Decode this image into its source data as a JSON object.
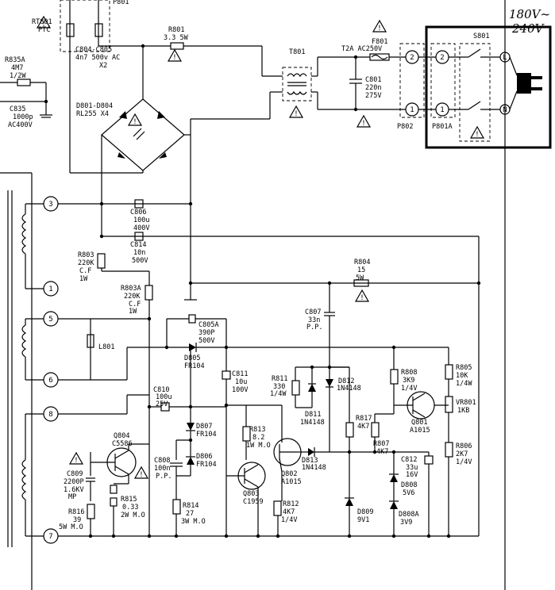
{
  "mains_voltage": [
    "180V~",
    "240V"
  ],
  "ac_terminals": [
    "L",
    "N"
  ],
  "switch": "S801",
  "connectors": {
    "p802": "P802",
    "p801a": "P801A",
    "pin2": "2",
    "pin1": "1"
  },
  "fuse": [
    "F801",
    "T2A  AC250V"
  ],
  "ptc": [
    "RT801",
    "PTC"
  ],
  "ptc_partial": "P801",
  "r801": [
    "R801",
    "3.3  5W"
  ],
  "t801": "T801",
  "c801": [
    "C801",
    "220n",
    "275V"
  ],
  "c804": [
    "C804-C805",
    "4n7 500v AC",
    "X2"
  ],
  "d801": [
    "D801-D804",
    "RL255 X4"
  ],
  "r835a": [
    "R835A",
    "4M7",
    "1/2W"
  ],
  "c835": [
    "C835",
    "1000p",
    "AC400V"
  ],
  "c806": [
    "C806",
    "100u",
    "400V"
  ],
  "c814": [
    "C814",
    "10n",
    "500V"
  ],
  "r803": [
    "R803",
    "220K",
    "C.F",
    "1W"
  ],
  "r803a": [
    "R803A",
    "220K",
    "C.F",
    "1W"
  ],
  "r804": [
    "R804",
    "15",
    "5W"
  ],
  "c807": [
    "C807",
    "33n",
    "P.P."
  ],
  "c805a": [
    "C805A",
    "390P",
    "500V"
  ],
  "l801": "L801",
  "d805": [
    "D805",
    "FR104"
  ],
  "c811": [
    "C811",
    "10u",
    "100V"
  ],
  "c810": [
    "C810",
    "100u",
    "25V"
  ],
  "r811": [
    "R811",
    "330",
    "1/4W"
  ],
  "d812": [
    "D812",
    "1N4148"
  ],
  "d811": [
    "D811",
    "1N4148"
  ],
  "r808": [
    "R808",
    "3K9",
    "1/4V"
  ],
  "r805": [
    "R805",
    "10K",
    "1/4W"
  ],
  "vr801": [
    "VR801",
    "1KB"
  ],
  "q801": [
    "Q801",
    "A1015"
  ],
  "r817": [
    "R817",
    "4K7"
  ],
  "r807": [
    "R807",
    "4K7"
  ],
  "c812": [
    "C812",
    "33u",
    "16V"
  ],
  "r806": [
    "R806",
    "2K7",
    "1/4V"
  ],
  "d808": [
    "D808",
    "5V6"
  ],
  "d808a": [
    "D808A",
    "3V9"
  ],
  "d809": [
    "D809",
    "9V1"
  ],
  "d807": [
    "D807",
    "FR104"
  ],
  "d806": [
    "D806",
    "FR104"
  ],
  "c808": [
    "C808",
    "100n",
    "P.P."
  ],
  "r813": [
    "R813",
    "8.2",
    "1W M.O"
  ],
  "q803": [
    "Q803",
    "C1959"
  ],
  "q802": [
    "Q802",
    "A1015"
  ],
  "d813": [
    "D813",
    "1N4148"
  ],
  "r812": [
    "R812",
    "4K7",
    "1/4V"
  ],
  "r814": [
    "R814",
    "27",
    "3W M.O"
  ],
  "q804": [
    "Q804",
    "C5586"
  ],
  "c809": [
    "C809",
    "2200P",
    "1.6KV",
    "MP"
  ],
  "r815": [
    "R815",
    "0.33",
    "2W M.O"
  ],
  "r816": [
    "R816",
    "39",
    "5W M.O"
  ],
  "transformer_pins": [
    "3",
    "1",
    "5",
    "6",
    "8",
    "7"
  ]
}
